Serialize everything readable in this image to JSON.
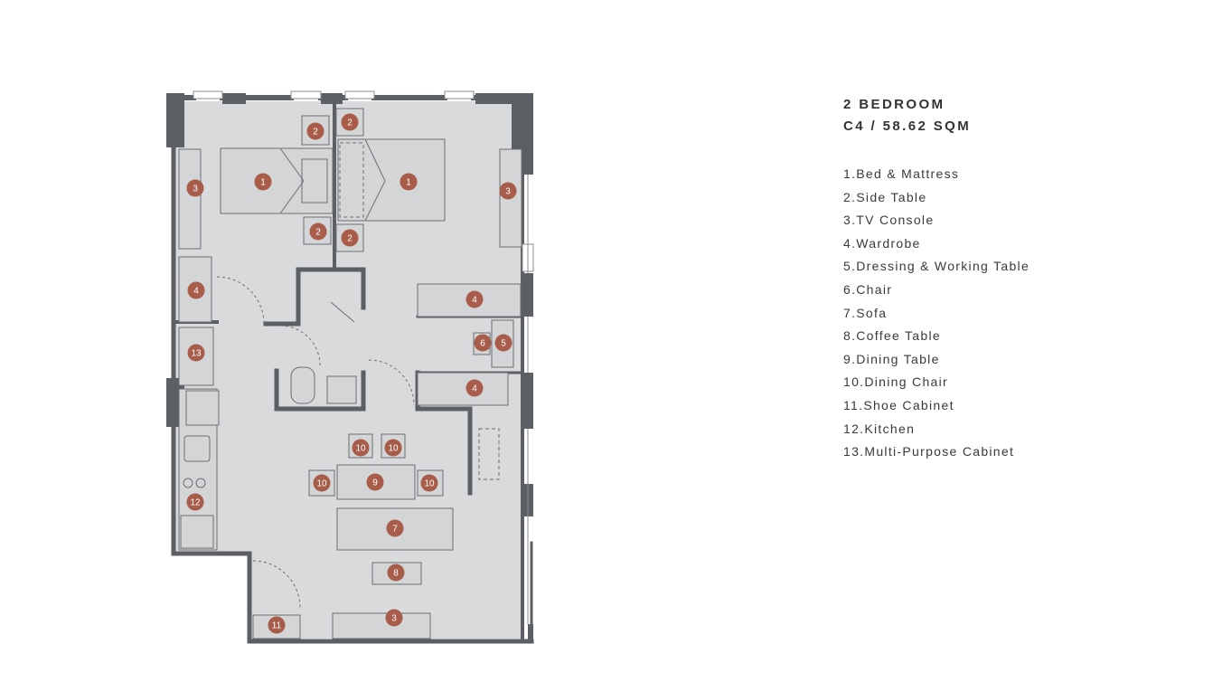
{
  "unit": {
    "type_line": "2 BEDROOM",
    "code_area_line": "C4 / 58.62 SQM"
  },
  "legend": [
    {
      "label": "1.Bed & Mattress"
    },
    {
      "label": "2.Side Table"
    },
    {
      "label": "3.TV Console"
    },
    {
      "label": "4.Wardrobe"
    },
    {
      "label": "5.Dressing & Working Table"
    },
    {
      "label": "6.Chair"
    },
    {
      "label": "7.Sofa"
    },
    {
      "label": "8.Coffee Table"
    },
    {
      "label": "9.Dining Table"
    },
    {
      "label": "10.Dining Chair"
    },
    {
      "label": "11.Shoe Cabinet"
    },
    {
      "label": "12.Kitchen"
    },
    {
      "label": "13.Multi-Purpose Cabinet"
    }
  ],
  "markers": [
    "1",
    "1",
    "2",
    "2",
    "2",
    "2",
    "3",
    "3",
    "3",
    "4",
    "4",
    "4",
    "5",
    "6",
    "7",
    "8",
    "9",
    "10",
    "10",
    "10",
    "10",
    "11",
    "12",
    "13"
  ],
  "colors": {
    "floor": "#d9dadc",
    "wall": "#5c5f63",
    "furniture_line": "#6b6e72",
    "marker": "#a85c4a",
    "text": "#333333"
  }
}
